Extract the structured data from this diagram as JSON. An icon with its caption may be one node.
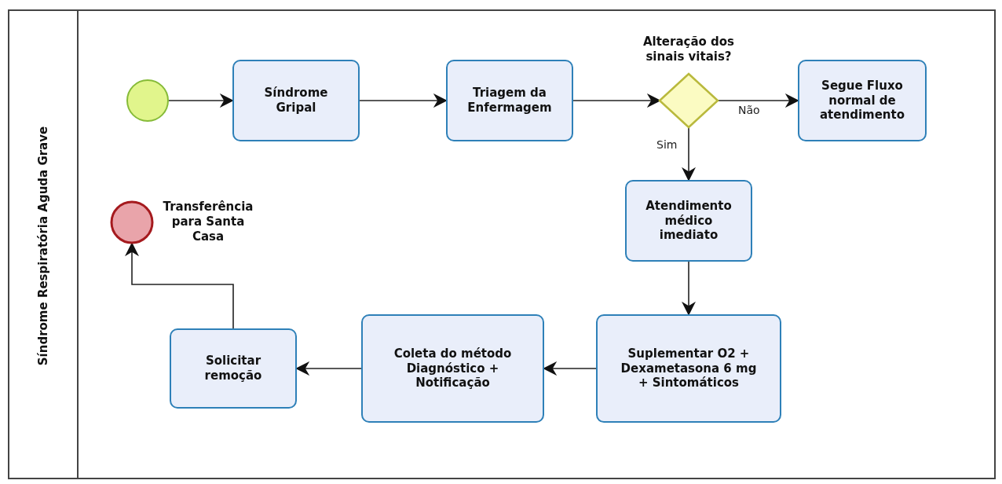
{
  "diagram": {
    "nodes": [
      {
        "text": [
          "Síndrome Respiratória Aguda Grave"
        ]
      },
      {
        "text": [],
        "shape": "circle",
        "in": 0
      },
      {
        "text": [
          "Síndrome Gripal"
        ],
        "in": 0
      },
      {
        "text": [
          "Triagem da Enfermagem"
        ],
        "in": 0
      },
      {
        "text": [
          "Alteração dos sinais vitais?"
        ],
        "in": 0
      },
      {
        "text": [
          "Segue Fluxo normal de atendimento"
        ],
        "in": 0
      },
      {
        "text": [
          "Atendimento médico imediato"
        ],
        "in": 0
      },
      {
        "text": [
          "Suplementar O2 + Dexametasona 6 mg + Sintomáticos"
        ],
        "in": 0
      },
      {
        "text": [
          "Coleta do método Diagnóstico + Notificação"
        ],
        "in": 0
      },
      {
        "text": [
          "Solicitar remoção"
        ],
        "in": 0
      },
      {
        "text": [
          "Transferência para Santa Casa"
        ],
        "in": 0
      }
    ],
    "edges": [
      {
        "from": 1,
        "to": 2,
        "arrow": "to"
      },
      {
        "from": 2,
        "to": 3,
        "arrow": "to"
      },
      {
        "from": 3,
        "to": 4,
        "arrow": "to"
      },
      {
        "from": 4,
        "to": 5,
        "arrow": "to",
        "label": "Não"
      },
      {
        "from": 4,
        "to": 6,
        "arrow": "to",
        "label": "Sim"
      },
      {
        "from": 6,
        "to": 7,
        "arrow": "to"
      },
      {
        "from": 7,
        "to": 8,
        "arrow": "to"
      },
      {
        "from": 8,
        "to": 9,
        "arrow": "to"
      },
      {
        "from": 9,
        "to": 10,
        "arrow": "to"
      }
    ]
  }
}
